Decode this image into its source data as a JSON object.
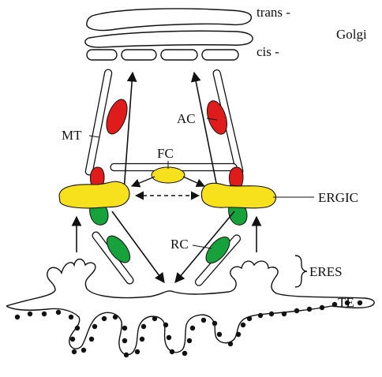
{
  "labels": {
    "trans": "trans -",
    "golgi": "Golgi",
    "cis": "cis -",
    "ac": "AC",
    "mt": "MT",
    "fc": "FC",
    "ergic": "ERGIC",
    "rc": "RC",
    "eres": "ERES",
    "te": "TE"
  },
  "colors": {
    "red": "#e01b1b",
    "yellow": "#f7e11c",
    "green": "#17a23b",
    "line": "#111111"
  }
}
